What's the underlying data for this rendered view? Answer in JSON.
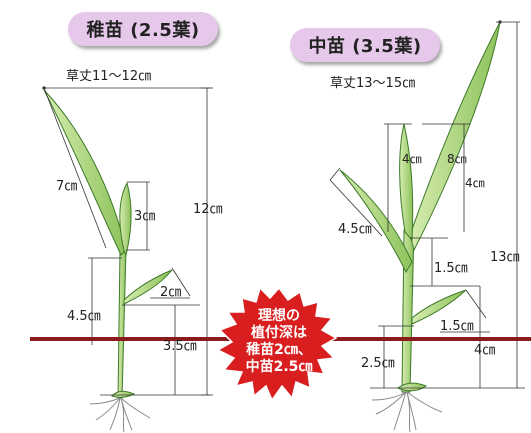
{
  "headers": {
    "seedling_young": "稚苗 (2.5葉)",
    "seedling_medium": "中苗 (3.5葉)"
  },
  "young": {
    "plant_height": "草丈11〜12㎝",
    "leaf_length": "7㎝",
    "upper_leaf": "3㎝",
    "total_height": "12㎝",
    "small_leaf": "2㎝",
    "lower_stem": "4.5㎝",
    "base_depth": "3.5㎝"
  },
  "medium": {
    "plant_height": "草丈13〜15㎝",
    "leaf_top_a": "4㎝",
    "leaf_top_b": "8㎝",
    "leaf_top_c": "4㎝",
    "side_leaf": "4.5㎝",
    "mid_stem": "1.5㎝",
    "total_height": "13㎝",
    "small_leaf": "1.5㎝",
    "base_depth": "2.5㎝",
    "lower_right": "4㎝"
  },
  "callout": {
    "line1": "理想の",
    "line2": "植付深は",
    "line3": "稚苗2㎝、",
    "line4": "中苗2.5㎝"
  },
  "colors": {
    "pill": "#e6c8ea",
    "soil_line": "#8b1a1a",
    "burst": "#d81e1e",
    "leaf": "#a9d27a",
    "leaf_edge": "#3d7a2a"
  }
}
